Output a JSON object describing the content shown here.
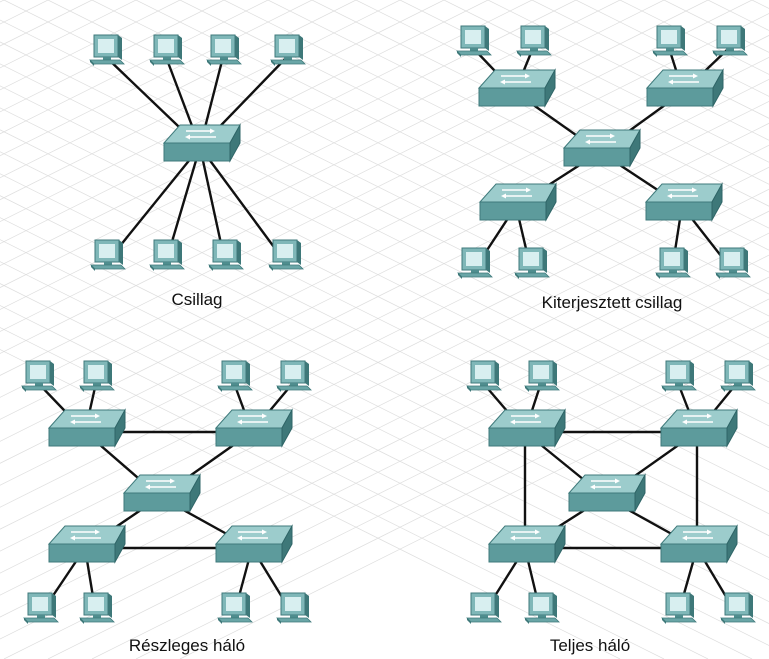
{
  "captions": {
    "star": "Csillag",
    "extended_star": "Kiterjesztett csillag",
    "partial_mesh": "Részleges háló",
    "full_mesh": "Teljes háló"
  },
  "colors": {
    "device_top": "#8fc3c3",
    "device_side": "#4f8d8e",
    "device_dark": "#2f6567",
    "screen": "#d8eff0",
    "cable": "#111111",
    "grid": "#d9d9d9"
  },
  "icons": [
    "switch-icon",
    "computer-icon"
  ]
}
